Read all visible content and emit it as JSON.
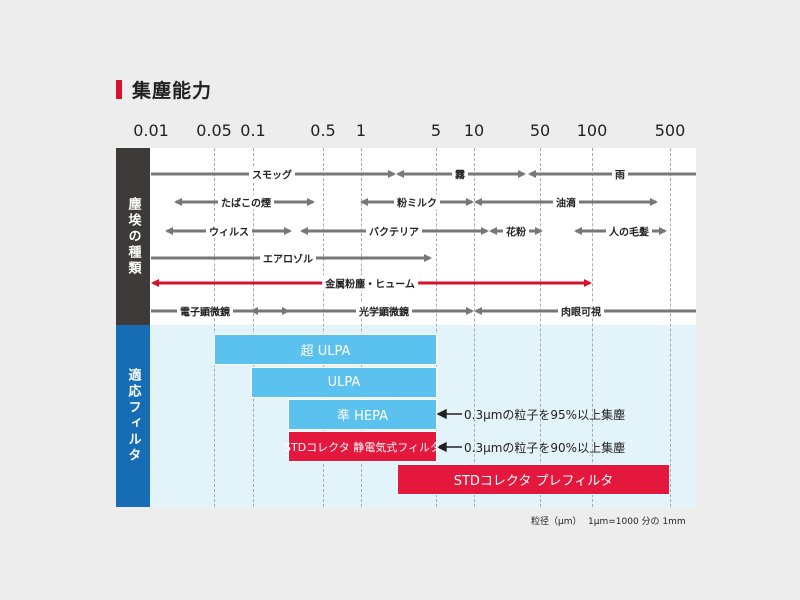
{
  "title": "集塵能力",
  "scale_ticks": [
    "0.01",
    "0.05",
    "0.1",
    "0.5",
    "1",
    "5",
    "10",
    "50",
    "100",
    "500"
  ],
  "side_labels": {
    "top": "塵埃の種類",
    "bottom": "適応フィルタ"
  },
  "particle_ranges": [
    {
      "label": "スモッグ",
      "color": "#777777"
    },
    {
      "label": "霧",
      "color": "#777777"
    },
    {
      "label": "雨",
      "color": "#777777"
    },
    {
      "label": "たばこの煙",
      "color": "#777777"
    },
    {
      "label": "粉ミルク",
      "color": "#777777"
    },
    {
      "label": "油滴",
      "color": "#777777"
    },
    {
      "label": "ウィルス",
      "color": "#777777"
    },
    {
      "label": "バクテリア",
      "color": "#777777"
    },
    {
      "label": "花粉",
      "color": "#777777"
    },
    {
      "label": "人の毛髪",
      "color": "#777777"
    },
    {
      "label": "エアロゾル",
      "color": "#777777"
    },
    {
      "label": "金属粉塵・ヒューム",
      "color": "#d7102b"
    },
    {
      "label": "電子顕微鏡",
      "color": "#777777"
    },
    {
      "label": "光学顕微鏡",
      "color": "#777777"
    },
    {
      "label": "肉眼可視",
      "color": "#777777"
    }
  ],
  "filters": [
    {
      "label": "超 ULPA"
    },
    {
      "label": "ULPA"
    },
    {
      "label": "準 HEPA"
    },
    {
      "label": "STDコレクタ 静電気式フィルタ"
    },
    {
      "label": "STDコレクタ プレフィルタ"
    }
  ],
  "notes": [
    "0.3μmの粒子を95%以上集塵",
    "0.3μmの粒子を90%以上集塵"
  ],
  "footer": {
    "axis_label": "粒径（μm）",
    "unit_note": "1μm=1000 分の 1mm"
  },
  "colors": {
    "accent_red": "#d7102b",
    "filter_blue": "#5bc1ee",
    "filter_red": "#e4173d",
    "dark_side": "#3f3a3a",
    "blue_side": "#176db3"
  }
}
